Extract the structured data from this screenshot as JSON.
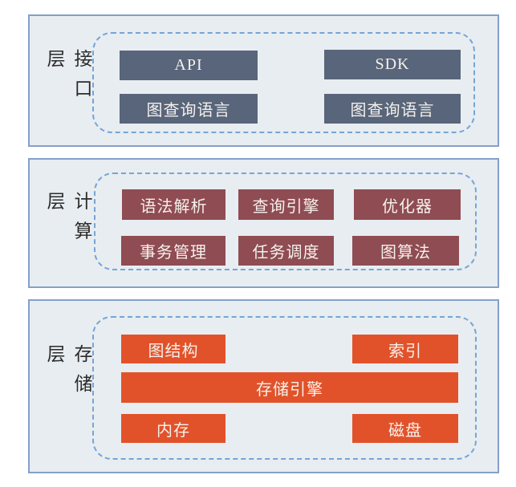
{
  "layers": [
    {
      "label": "接口层",
      "boxes": [
        {
          "label": "API"
        },
        {
          "label": "SDK"
        },
        {
          "label": "图查询语言"
        },
        {
          "label": "图查询语言"
        }
      ]
    },
    {
      "label": "计算层",
      "boxes": [
        {
          "label": "语法解析"
        },
        {
          "label": "查询引擎"
        },
        {
          "label": "优化器"
        },
        {
          "label": "事务管理"
        },
        {
          "label": "任务调度"
        },
        {
          "label": "图算法"
        }
      ]
    },
    {
      "label": "存储层",
      "boxes": [
        {
          "label": "图结构"
        },
        {
          "label": "索引"
        },
        {
          "label": "存储引擎"
        },
        {
          "label": "内存"
        },
        {
          "label": "磁盘"
        }
      ]
    }
  ],
  "colors": {
    "panel_bg": "#e8edf1",
    "panel_border": "#84a0ca",
    "dashed_border": "#74a5d8",
    "interface_box": "#58657a",
    "compute_box": "#8f4c53",
    "storage_box": "#e2522a",
    "label_text": "#2b2b2b",
    "box_text": "#f5f1ec"
  }
}
